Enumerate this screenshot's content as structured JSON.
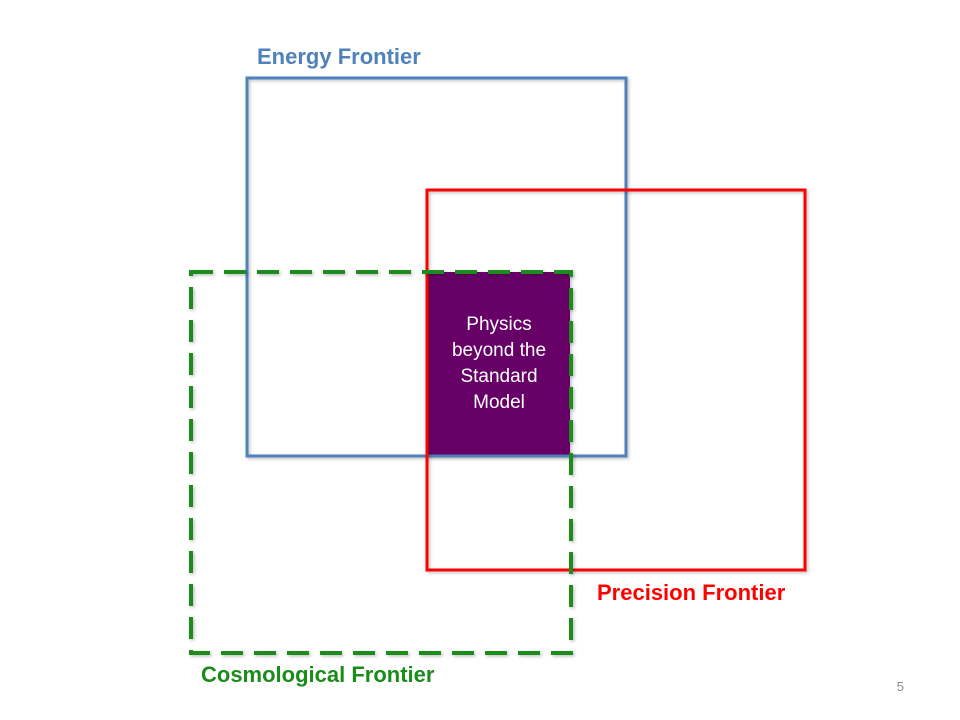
{
  "colors": {
    "energy": "#4f81bd",
    "precision": "#ff0000",
    "cosmological": "#1a8c1a",
    "overlap_fill": "#660066",
    "overlap_text": "#ffffff",
    "slide_number": "#8c8c8c"
  },
  "labels": {
    "energy": "Energy Frontier",
    "precision": "Precision Frontier",
    "cosmological": "Cosmological Frontier"
  },
  "overlap": {
    "text": "Physics beyond the Standard Model"
  },
  "slide_number": "5"
}
